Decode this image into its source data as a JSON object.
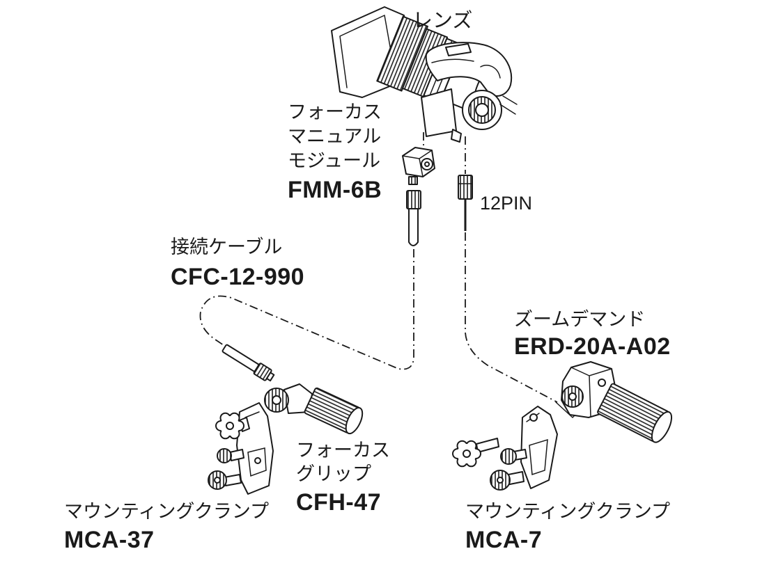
{
  "lens": {
    "label": "レンズ"
  },
  "focus_module": {
    "lines": [
      "フォーカス",
      "マニュアル",
      "モジュール"
    ],
    "model": "FMM-6B"
  },
  "connector": {
    "label": "12PIN"
  },
  "cable": {
    "name": "接続ケーブル",
    "model": "CFC-12-990"
  },
  "zoom_demand": {
    "name": "ズームデマンド",
    "model": "ERD-20A-A02"
  },
  "focus_grip": {
    "lines": [
      "フォーカス",
      "グリップ"
    ],
    "model": "CFH-47"
  },
  "clamp_left": {
    "name": "マウンティングクランプ",
    "model": "MCA-37"
  },
  "clamp_right": {
    "name": "マウンティングクランプ",
    "model": "MCA-7"
  },
  "colors": {
    "line": "#1a1a1a",
    "background": "#ffffff"
  }
}
